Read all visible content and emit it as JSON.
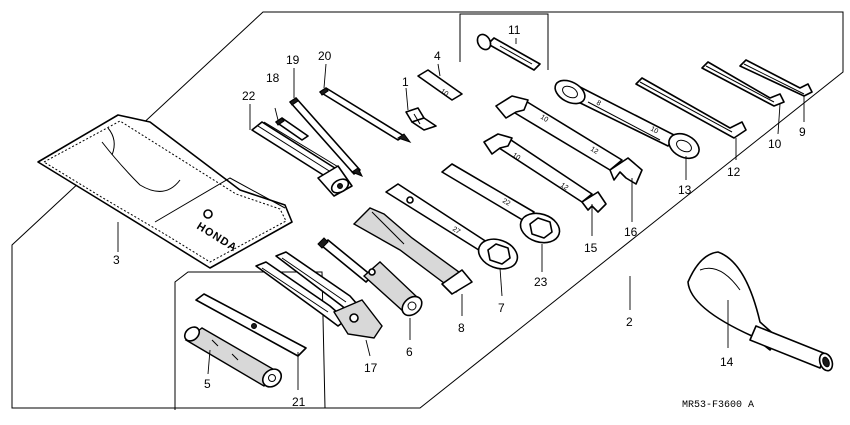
{
  "diagram": {
    "drawing_code": "MR53-F3600 A",
    "brand_on_bag": "HONDA",
    "callouts": {
      "c1": "1",
      "c2": "2",
      "c3": "3",
      "c4": "4",
      "c5": "5",
      "c6": "6",
      "c7": "7",
      "c8": "8",
      "c9": "9",
      "c10": "10",
      "c11": "11",
      "c12": "12",
      "c13": "13",
      "c14": "14",
      "c15": "15",
      "c16": "16",
      "c17": "17",
      "c18": "18",
      "c19": "19",
      "c20": "20",
      "c21": "21",
      "c22": "22",
      "c23": "23"
    },
    "etched_sizes": {
      "w4_small": "10",
      "w4_large": "12",
      "w13_small": "8",
      "w13_large": "10",
      "w15_small": "10",
      "w15_large": "12",
      "w7_large": "27",
      "w7_small": "22",
      "c4_plate": "10"
    }
  }
}
